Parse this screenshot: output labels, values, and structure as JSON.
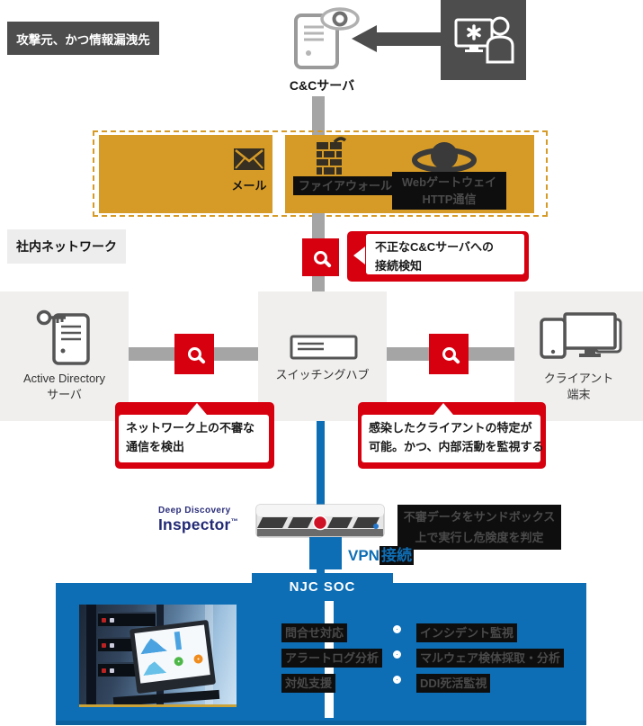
{
  "diagram": {
    "attack_source_label": "攻撃元、かつ情報漏洩先",
    "cnc_server_label": "C&Cサーバ",
    "internal_network_label": "社内ネットワーク",
    "gateway_band": {
      "mail_label": "メール",
      "firewall_label": "ファイアウォール",
      "web_gateway_line1": "Webゲートウェイ",
      "web_gateway_line2": "HTTP通信"
    },
    "detections": {
      "cnc_line1": "不正なC&Cサーバへの",
      "cnc_line2": "接続検知",
      "network_line1": "ネットワーク上の不審な",
      "network_line2": "通信を検出",
      "client_line1": "感染したクライアントの特定が",
      "client_line2": "可能。かつ、内部活動を監視する"
    },
    "nodes": {
      "ad_line1": "Active Directory",
      "ad_line2": "サーバ",
      "hub_label": "スイッチングハブ",
      "client_line1": "クライアント",
      "client_line2": "端末"
    },
    "inspector": {
      "logo_line1": "Deep Discovery",
      "logo_line2": "Inspector",
      "logo_tm": "™",
      "sandbox_line1": "不審データをサンドボックス",
      "sandbox_line2": "上で実行し危険度を判定",
      "vpn_part1": "VPN",
      "vpn_part2": "接続"
    },
    "soc": {
      "title": "NJC SOC",
      "left_items": [
        "問合せ対応",
        "アラートログ分析",
        "対処支援"
      ],
      "right_items": [
        "インシデント監視",
        "マルウェア検体採取・分析",
        "DDI死活監視"
      ]
    },
    "icons": {
      "cnc": "server-with-eye-icon",
      "attacker": "attacker-at-monitor-icon",
      "mail": "envelope-icon",
      "firewall": "brick-wall-icon",
      "web_gateway": "globe-ring-icon",
      "detection": "magnifier-icon",
      "ad": "server-with-key-icon",
      "hub": "switch-box-icon",
      "client": "devices-icon",
      "soc_item": "ring-icon"
    },
    "colors": {
      "accent_orange": "#D69B27",
      "accent_red": "#D7000F",
      "accent_blue": "#0E6EB5",
      "dark_gray": "#4D4D4D",
      "label_black": "#0E0E0E",
      "line_gray": "#A5A5A5",
      "station_gray": "#F0EFEE"
    }
  }
}
